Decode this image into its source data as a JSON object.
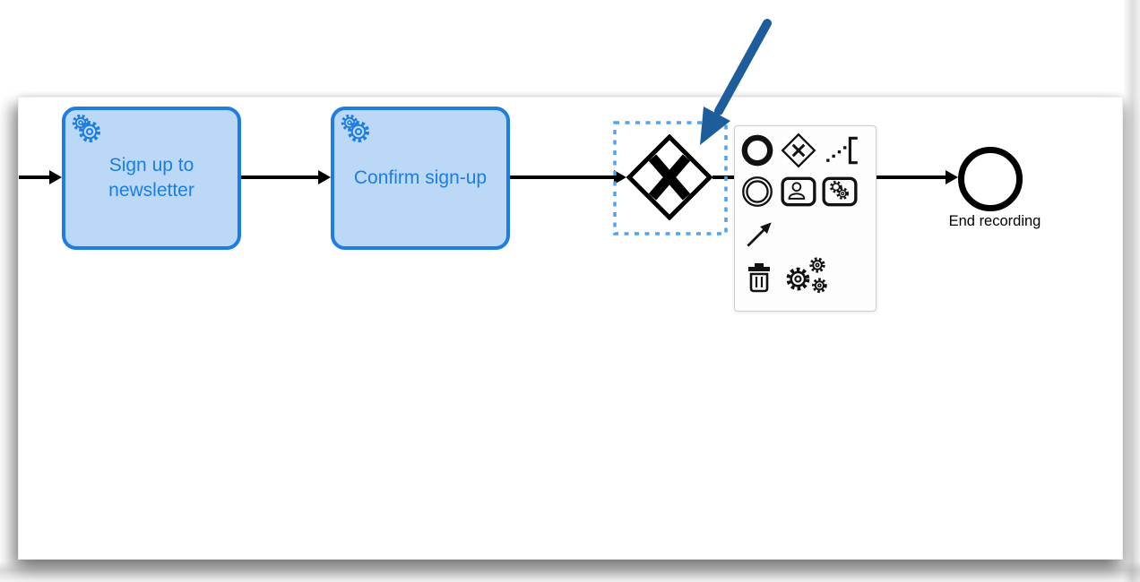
{
  "diagram": {
    "tasks": [
      {
        "id": "task-1",
        "type": "service-task",
        "label": "Sign up to newsletter"
      },
      {
        "id": "task-2",
        "type": "service-task",
        "label": "Confirm sign-up"
      }
    ],
    "gateway": {
      "type": "exclusive-gateway",
      "selected": true
    },
    "end_event": {
      "label": "End recording"
    },
    "flow_count": 4
  },
  "context_pad": {
    "items": [
      {
        "name": "append-end-event"
      },
      {
        "name": "append-gateway"
      },
      {
        "name": "append-text-annotation"
      },
      {
        "name": "append-intermediate-event"
      },
      {
        "name": "append-user-task"
      },
      {
        "name": "append-service-task"
      },
      {
        "name": "connect-tool"
      },
      {
        "name": "delete"
      },
      {
        "name": "change-type"
      }
    ]
  },
  "annotation": {
    "type": "callout-arrow",
    "points_at": "exclusive-gateway"
  },
  "colors": {
    "task_fill": "#BBD9F7",
    "task_stroke": "#1D7DE2",
    "task_text": "#1D7DE2",
    "selection_dash": "#4FA3F0",
    "shape_stroke": "#000000",
    "annotation_arrow": "#1D5D9B",
    "pad_background": "#FDFDFD",
    "pad_border": "#CFCFCF"
  }
}
